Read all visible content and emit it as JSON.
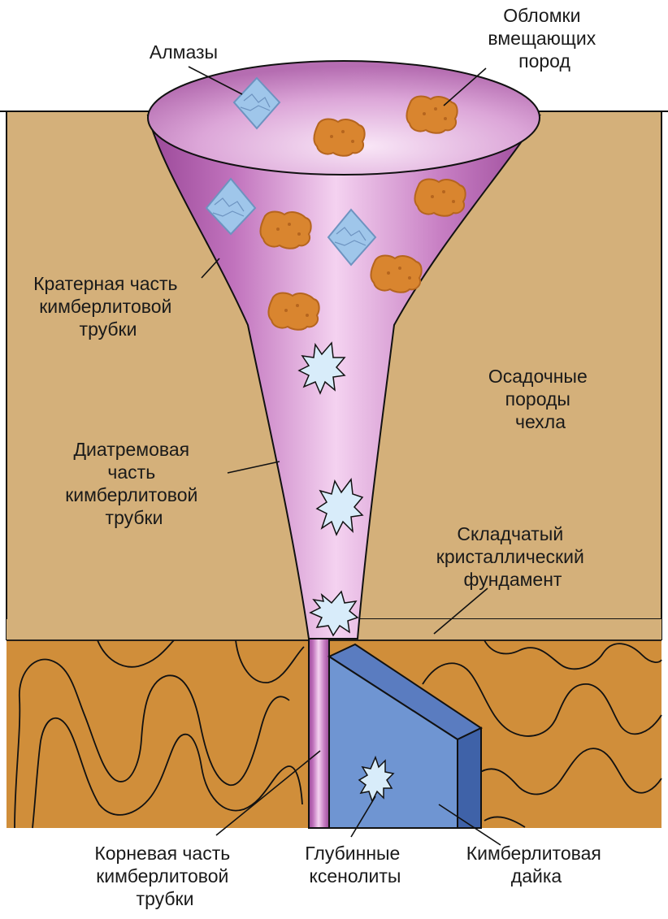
{
  "colors": {
    "sediment": "#d4b07a",
    "basement": "#d08e3a",
    "pipe_light": "#f2ccef",
    "pipe_dark": "#9a4898",
    "dike_face": "#6f95d2",
    "dike_side": "#3f62a8",
    "diamond": "#9fc6ea",
    "rock_fragment": "#d9852f",
    "xenolith": "#d8ecfa"
  },
  "labels": {
    "diamonds": "Алмазы",
    "host_rock_fragments": [
      "Обломки",
      "вмещающих",
      "пород"
    ],
    "crater_part": [
      "Кратерная часть",
      "кимберлитовой",
      "трубки"
    ],
    "sedimentary_cover": [
      "Осадочные",
      "породы",
      "чехла"
    ],
    "diatreme_part": [
      "Диатремовая",
      "часть",
      "кимберлитовой",
      "трубки"
    ],
    "folded_basement": [
      "Складчатый",
      "кристаллический",
      "фундамент"
    ],
    "root_part": [
      "Корневая часть",
      "кимберлитовой",
      "трубки"
    ],
    "deep_xenoliths": [
      "Глубинные",
      "ксенолиты"
    ],
    "kimberlite_dike": [
      "Кимберлитовая",
      "дайка"
    ]
  },
  "icons": [
    "diamond-crystal-icon",
    "rock-fragment-icon",
    "xenolith-icon"
  ]
}
